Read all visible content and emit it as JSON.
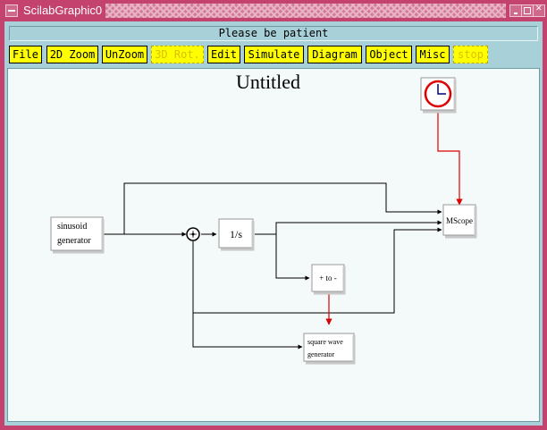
{
  "window": {
    "title": "ScilabGraphic0"
  },
  "status": {
    "message": "Please be patient"
  },
  "menu": [
    {
      "label": "File",
      "enabled": true
    },
    {
      "label": "2D Zoom",
      "enabled": true
    },
    {
      "label": "UnZoom",
      "enabled": true
    },
    {
      "label": "3D Rot.",
      "enabled": false
    },
    {
      "label": "Edit",
      "enabled": true
    },
    {
      "label": "Simulate",
      "enabled": true
    },
    {
      "label": "Diagram",
      "enabled": true
    },
    {
      "label": "Object",
      "enabled": true
    },
    {
      "label": "Misc",
      "enabled": true
    },
    {
      "label": "stop",
      "enabled": false
    }
  ],
  "diagram": {
    "title": "Untitled",
    "blocks": {
      "sinusoid": [
        "sinusoid",
        "generator"
      ],
      "integrator": "1/s",
      "mscope": "MScope",
      "sign": "+ to -",
      "square": [
        "square wave",
        "generator"
      ]
    }
  },
  "colors": {
    "titlebar": "#c4426e",
    "menu_button": "#ffff00",
    "panel": "#a8d0d8",
    "canvas": "#f4f9f9",
    "event_link": "#dd0000"
  }
}
